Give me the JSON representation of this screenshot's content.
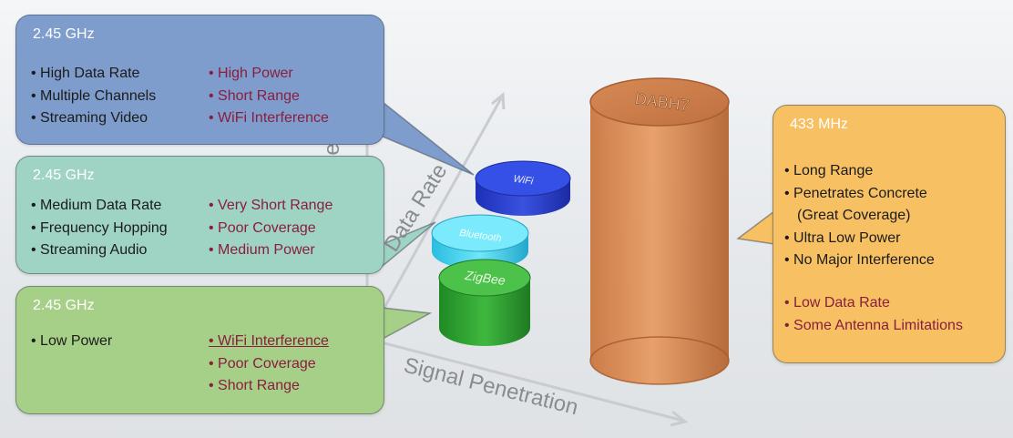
{
  "axes": {
    "range": "Range",
    "data_rate": "Data Rate",
    "signal_penetration": "Signal Penetration"
  },
  "wifi_box": {
    "frequency": "2.45 GHz",
    "pros": [
      "High Data Rate",
      "Multiple Channels",
      "Streaming Video"
    ],
    "cons": [
      "High Power",
      "Short Range",
      "WiFi Interference"
    ],
    "color": "#7e9dcc"
  },
  "bluetooth_box": {
    "frequency": "2.45 GHz",
    "pros": [
      "Medium Data Rate",
      "Frequency Hopping",
      "Streaming Audio"
    ],
    "cons": [
      "Very Short Range",
      "Poor Coverage",
      "Medium Power"
    ],
    "color": "#9fd3c3"
  },
  "zigbee_box": {
    "frequency": "2.45 GHz",
    "pros": [
      "Low Power"
    ],
    "cons": [
      "WiFi Interference",
      "Poor Coverage",
      "Short Range"
    ],
    "color": "#a6cf88"
  },
  "dabh7_box": {
    "frequency": "433 MHz",
    "pros": [
      "Long Range",
      "Penetrates Concrete",
      "(Great Coverage)",
      "Ultra Low Power",
      "No Major Interference"
    ],
    "cons": [
      "Low Data Rate",
      "Some Antenna Limitations"
    ],
    "color": "#f7c163"
  },
  "cylinders": {
    "wifi": "WiFi",
    "bluetooth": "Bluetooth",
    "zigbee": "ZigBee",
    "dabh7": "DABH7"
  }
}
